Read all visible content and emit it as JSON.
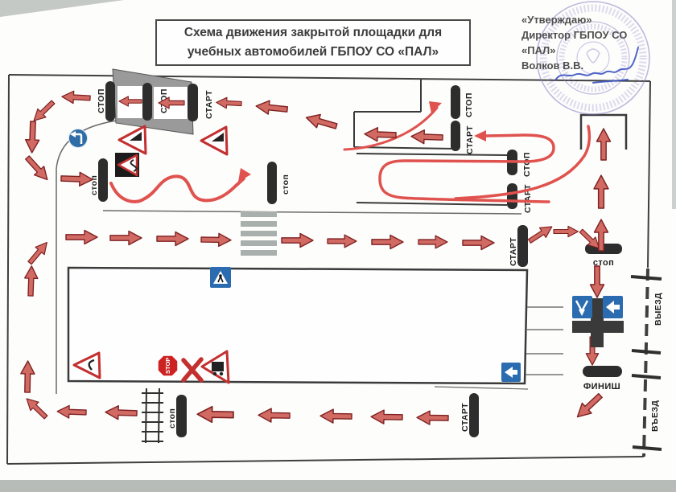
{
  "title": {
    "line1": "Схема движения закрытой площадки для",
    "line2": "учебных автомобилей ГБПОУ СО «ПАЛ»"
  },
  "approval": {
    "line1": "«Утверждаю»",
    "line2": "Директор ГБПОУ СО",
    "line3": "«ПАЛ»",
    "line4": "Волков В.В."
  },
  "labels": {
    "stop_caps": "СТОП",
    "stop_lower": "стоп",
    "start_caps": "СТАРТ",
    "finish": "ФИНИШ",
    "exit_gate": "ВЫЕЗД",
    "entrance_gate": "ВЪЕЗД",
    "stop_sign_text": "STOP"
  },
  "colors": {
    "route_arrow_fill": "#d06a63",
    "route_arrow_outline": "#7e2020",
    "route_curve": "#e0524e",
    "stop_bar": "#2d2d2d",
    "sign_blue": "#2b6cb0",
    "sign_red_border": "#c23030",
    "stamp_purple": "#8b80c4",
    "signature_blue": "#3d55c2"
  }
}
